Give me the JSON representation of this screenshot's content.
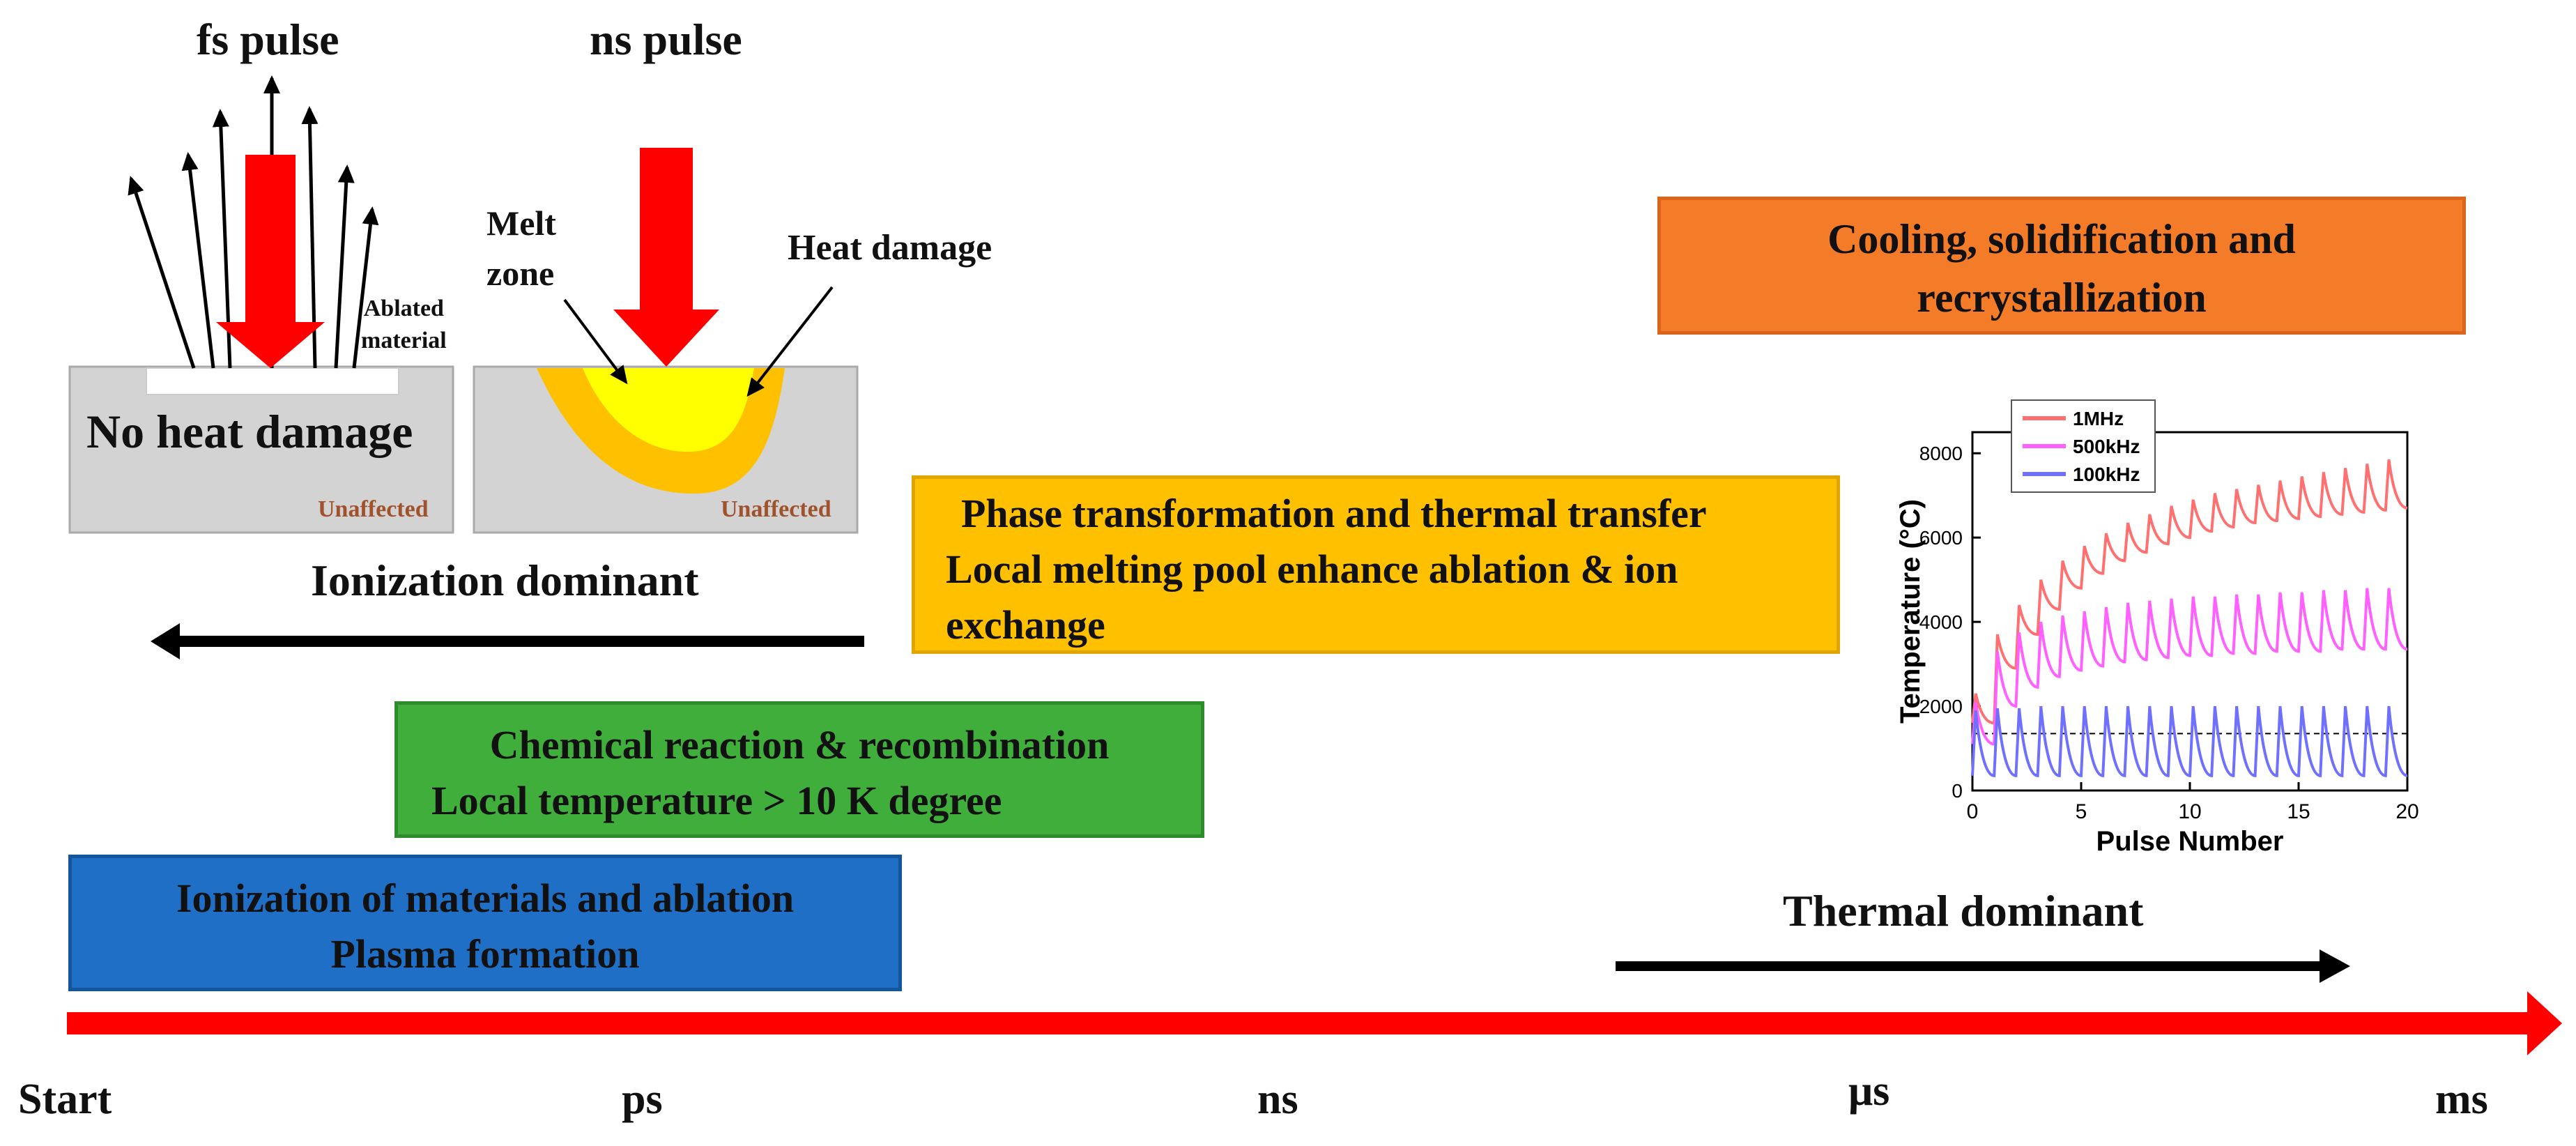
{
  "pulses": {
    "fs_label": "fs pulse",
    "ns_label": "ns pulse",
    "ablated_line1": "Ablated",
    "ablated_line2": "material",
    "melt_line1": "Melt",
    "melt_line2": "zone",
    "heat_damage": "Heat damage",
    "no_heat_damage": "No heat damage",
    "unaffected": "Unaffected"
  },
  "regimes": {
    "ionization_dominant": "Ionization dominant",
    "thermal_dominant": "Thermal dominant"
  },
  "stages": {
    "ionization": {
      "line1": "Ionization of materials and ablation",
      "line2": "Plasma formation",
      "color": "#1f6fc6"
    },
    "chemical": {
      "line1": "Chemical reaction & recombination",
      "line2": "Local temperature > 10 K degree",
      "color": "#3fae3a"
    },
    "phase": {
      "line1": "Phase transformation and thermal transfer",
      "line2": "Local melting pool enhance ablation & ion",
      "line3": "exchange",
      "color": "#ffc000"
    },
    "cooling": {
      "line1": "Cooling, solidification and",
      "line2": "recrystallization",
      "color": "#f47c28"
    }
  },
  "timeline": {
    "ticks": [
      "Start",
      "ps",
      "ns",
      "μs",
      "ms"
    ],
    "color": "#ff0000"
  },
  "colors": {
    "pulse_arrow": "#ff0000",
    "material": "#d3d3d3",
    "melt_zone": "#ffff00",
    "heat_zone": "#ffc000",
    "unaffected_text": "#a0522d"
  },
  "chart_data": {
    "type": "line",
    "xlabel": "Pulse Number",
    "ylabel": "Temperature (°C)",
    "xlim": [
      0,
      20
    ],
    "ylim": [
      0,
      8500
    ],
    "xticks": [
      0,
      5,
      10,
      15,
      20
    ],
    "yticks": [
      0,
      2000,
      4000,
      6000,
      8000
    ],
    "grid": false,
    "legend": "top-left",
    "reference_line": 1350,
    "series": [
      {
        "name": "1MHz",
        "color": "#ff7070",
        "peaks": [
          2300,
          3700,
          4400,
          5000,
          5450,
          5800,
          6100,
          6350,
          6550,
          6750,
          6900,
          7050,
          7150,
          7250,
          7350,
          7450,
          7550,
          7650,
          7750,
          7850
        ],
        "troughs": [
          1600,
          2900,
          3700,
          4300,
          4800,
          5150,
          5450,
          5650,
          5850,
          6000,
          6150,
          6250,
          6350,
          6400,
          6450,
          6500,
          6550,
          6600,
          6650,
          6700
        ]
      },
      {
        "name": "500kHz",
        "color": "#ff60ff",
        "peaks": [
          2100,
          3300,
          3750,
          4000,
          4150,
          4250,
          4350,
          4450,
          4500,
          4550,
          4600,
          4600,
          4650,
          4650,
          4700,
          4700,
          4750,
          4750,
          4800,
          4800
        ],
        "troughs": [
          1100,
          2000,
          2450,
          2700,
          2850,
          2950,
          3050,
          3100,
          3150,
          3200,
          3200,
          3250,
          3250,
          3300,
          3300,
          3300,
          3350,
          3350,
          3350,
          3350
        ]
      },
      {
        "name": "100kHz",
        "color": "#7070ff",
        "peaks": [
          1900,
          1950,
          1950,
          2000,
          2000,
          2000,
          2000,
          2000,
          2000,
          2000,
          2000,
          2000,
          2000,
          2000,
          2000,
          2000,
          2000,
          2000,
          2000,
          2000
        ],
        "troughs": [
          350,
          350,
          350,
          350,
          350,
          350,
          350,
          350,
          350,
          350,
          350,
          350,
          350,
          350,
          350,
          350,
          350,
          350,
          350,
          350
        ]
      }
    ]
  }
}
